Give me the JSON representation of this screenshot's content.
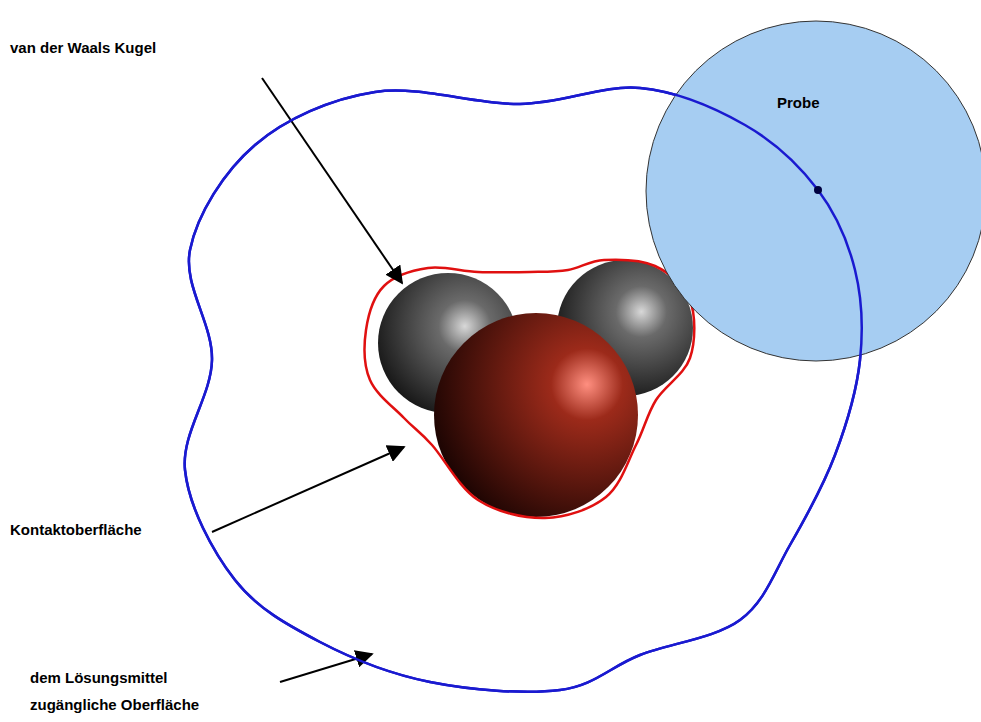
{
  "diagram": {
    "nodes": [
      {
        "text": [
          "Probe"
        ]
      }
    ],
    "labels": [
      "van der Waals Kugel",
      "Kontaktoberfläche",
      "dem Lösungsmittel zugängliche Oberfläche"
    ]
  }
}
